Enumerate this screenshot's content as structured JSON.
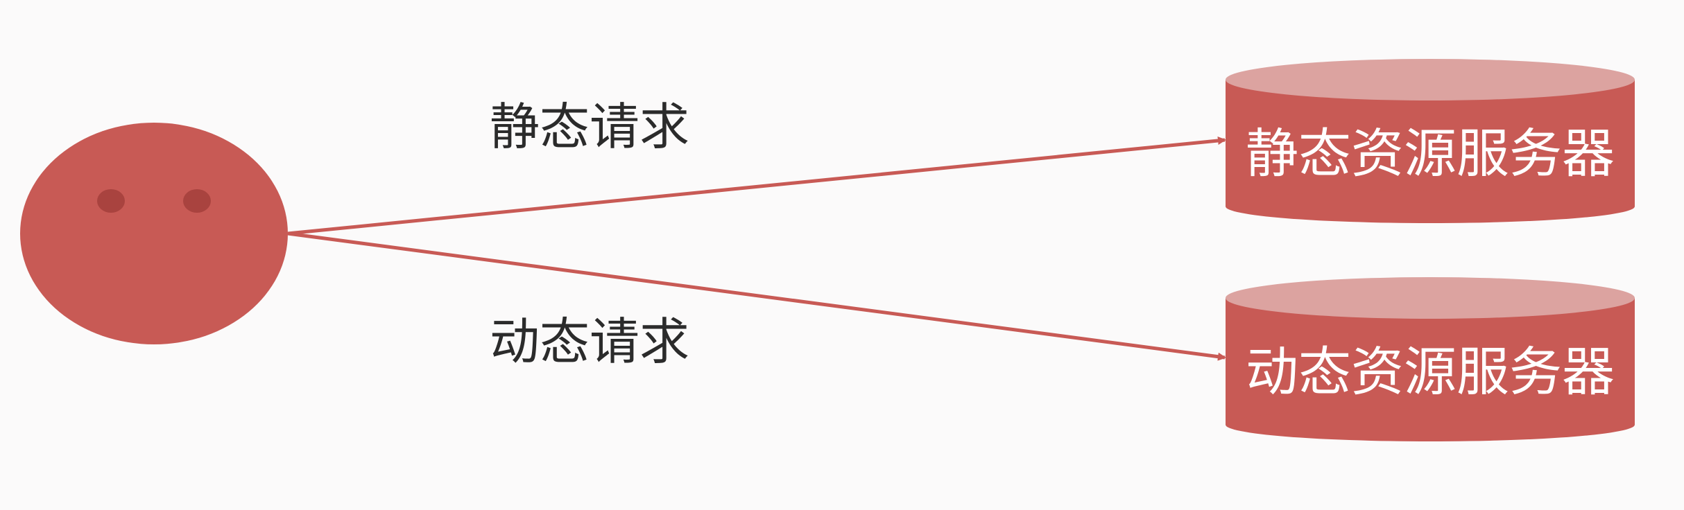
{
  "diagram": {
    "edges": [
      {
        "id": "static",
        "label": "静态请求"
      },
      {
        "id": "dynamic",
        "label": "动态请求"
      }
    ],
    "servers": [
      {
        "id": "static",
        "label": "静态资源服务器"
      },
      {
        "id": "dynamic",
        "label": "动态资源服务器"
      }
    ]
  },
  "colors": {
    "primary": "#c85a55",
    "cylinder_top": "#dca3a0",
    "eye": "#a9433f",
    "line": "#c85a55",
    "background": "#fbfafa",
    "text": "#2b2b2b"
  }
}
